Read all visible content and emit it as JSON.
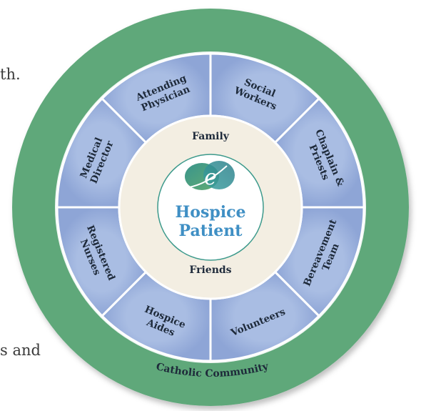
{
  "background_text": [
    "th.",
    "s and"
  ],
  "outer_ring": {
    "label": "Catholic Community",
    "color": "#5fa87a"
  },
  "segments": [
    {
      "lines": [
        "Attending",
        "Physician"
      ]
    },
    {
      "lines": [
        "Social",
        "Workers"
      ]
    },
    {
      "lines": [
        "Chaplain &",
        "Priests"
      ]
    },
    {
      "lines": [
        "Bereavement",
        "Team"
      ]
    },
    {
      "lines": [
        "Volunteers"
      ]
    },
    {
      "lines": [
        "Hospice",
        "Aides"
      ]
    },
    {
      "lines": [
        "Registered",
        "Nurses"
      ]
    },
    {
      "lines": [
        "Medical",
        "Director"
      ]
    }
  ],
  "inner_ring": {
    "top_label": "Family",
    "bottom_label": "Friends"
  },
  "center": {
    "logo_letter": "e",
    "title_line1": "Hospice",
    "title_line2": "Patient"
  },
  "colors": {
    "segment_fill": "#8fa8d8",
    "segment_fill_light": "#a9bde3",
    "inner_ring": "#f3eee2",
    "center_text": "#3f8fc4",
    "logo_teal": "#3d9a8c",
    "logo_green": "#5aa86c"
  }
}
